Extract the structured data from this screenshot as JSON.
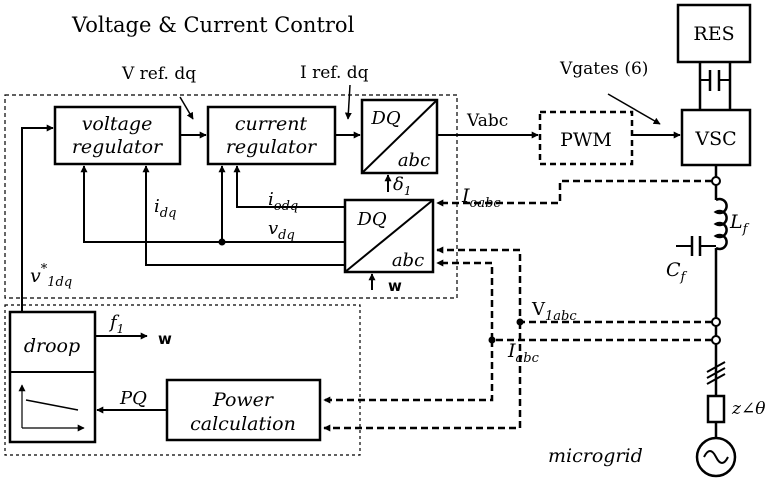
{
  "title": "Voltage & Current Control",
  "blocks": {
    "voltage_regulator": [
      "voltage",
      "regulator"
    ],
    "current_regulator": [
      "current",
      "regulator"
    ],
    "dq_abc_top": [
      "DQ",
      "abc"
    ],
    "dq_abc_bottom": [
      "DQ",
      "abc"
    ],
    "pwm": "PWM",
    "res": "RES",
    "vsc": "VSC",
    "droop": "droop",
    "power_calculation": [
      "Power",
      "calculation"
    ],
    "microgrid": "microgrid"
  },
  "labels": {
    "v_ref_dq": "V ref. dq",
    "i_ref_dq": "I ref. dq",
    "vabc": "Vabc",
    "vgates": "Vgates (6)",
    "delta1": {
      "base": "δ",
      "sub": "1"
    },
    "w_bottom": "w",
    "w_droop": "w",
    "i_oabc": {
      "base": "I",
      "sub": "oabc"
    },
    "i_odq": {
      "base": "i",
      "sub": "odq"
    },
    "i_dq": {
      "base": "i",
      "sub": "dq"
    },
    "v_dq": {
      "base": "v",
      "sub": "dq"
    },
    "v1dq_star": {
      "base": "v",
      "sup": "*",
      "sub": "1dq"
    },
    "f1": {
      "base": "f",
      "sub": "1"
    },
    "pq": "PQ",
    "lf": {
      "base": "L",
      "sub": "f"
    },
    "cf": {
      "base": "C",
      "sub": "f"
    },
    "v1abc": {
      "base": "V",
      "sub": "1abc"
    },
    "iabc": {
      "base": "I",
      "sub": "abc"
    },
    "impedance": "z∠θ"
  }
}
